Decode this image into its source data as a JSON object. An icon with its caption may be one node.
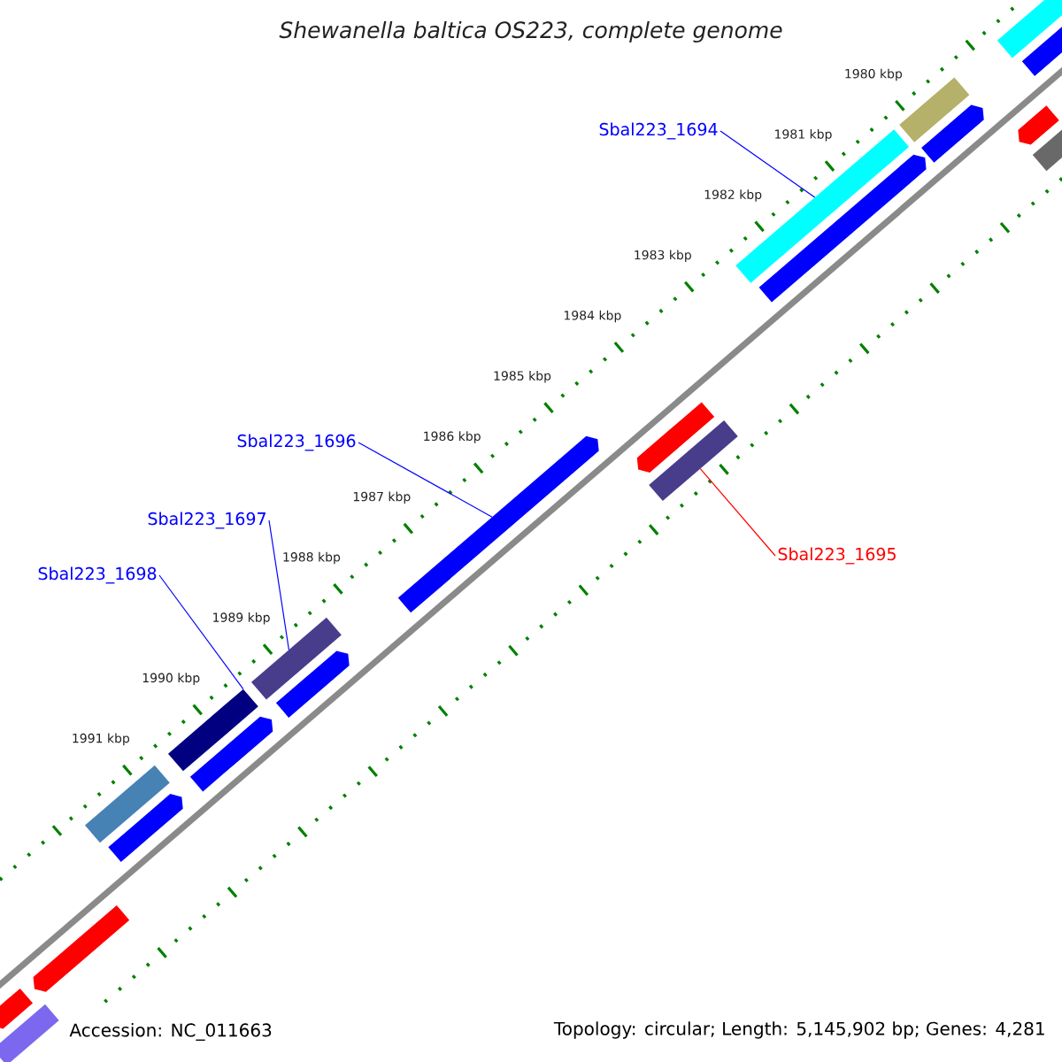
{
  "diagram": {
    "title": "Shewanella baltica OS223, complete genome",
    "nodes": [
      {
        "text": [
          "Sbal223_1694"
        ]
      },
      {
        "text": [
          "Sbal223_1696"
        ]
      },
      {
        "text": [
          "Sbal223_1697"
        ]
      },
      {
        "text": [
          "Sbal223_1695"
        ]
      },
      {
        "text": [
          "Sbal223_1698"
        ]
      },
      {
        "text": [],
        "shape": "bar"
      },
      {
        "text": [],
        "shape": "bar"
      },
      {
        "text": [],
        "shape": "bar"
      },
      {
        "text": [],
        "shape": "bar"
      },
      {
        "text": [],
        "shape": "bar"
      },
      {
        "text": [],
        "shape": "bar"
      },
      {
        "text": [],
        "shape": "bar"
      },
      {
        "text": [],
        "shape": "bar"
      },
      {
        "text": [],
        "shape": "bar"
      },
      {
        "text": [],
        "shape": "bar"
      },
      {
        "text": [],
        "shape": "bar"
      },
      {
        "text": [],
        "shape": "bar"
      },
      {
        "text": [],
        "shape": "bar"
      },
      {
        "text": [],
        "shape": "bar"
      },
      {
        "text": [],
        "shape": "bar"
      },
      {
        "text": [],
        "shape": "bar"
      },
      {
        "text": [],
        "shape": "bar"
      },
      {
        "text": [],
        "shape": "bar"
      },
      {
        "text": [],
        "shape": "bar"
      },
      {
        "text": [],
        "shape": "bar"
      }
    ],
    "edges": [
      {
        "from": 0,
        "to": 11,
        "arrow": "none"
      },
      {
        "from": 1,
        "to": 15,
        "arrow": "none"
      },
      {
        "from": 2,
        "to": 16,
        "arrow": "none"
      },
      {
        "from": 3,
        "to": 14,
        "arrow": "none",
        "color": "#ff0000"
      },
      {
        "from": 4,
        "to": 18,
        "arrow": "none"
      }
    ],
    "labels": [
      "1980 kbp",
      "1981 kbp",
      "1982 kbp",
      "1983 kbp",
      "1984 kbp",
      "1985 kbp",
      "1986 kbp",
      "1987 kbp",
      "1988 kbp",
      "1989 kbp",
      "1990 kbp",
      "1991 kbp",
      "Accession: NC_011663",
      "Topology: circular; Length: 5,145,902 bp; Genes: 4,281"
    ]
  }
}
